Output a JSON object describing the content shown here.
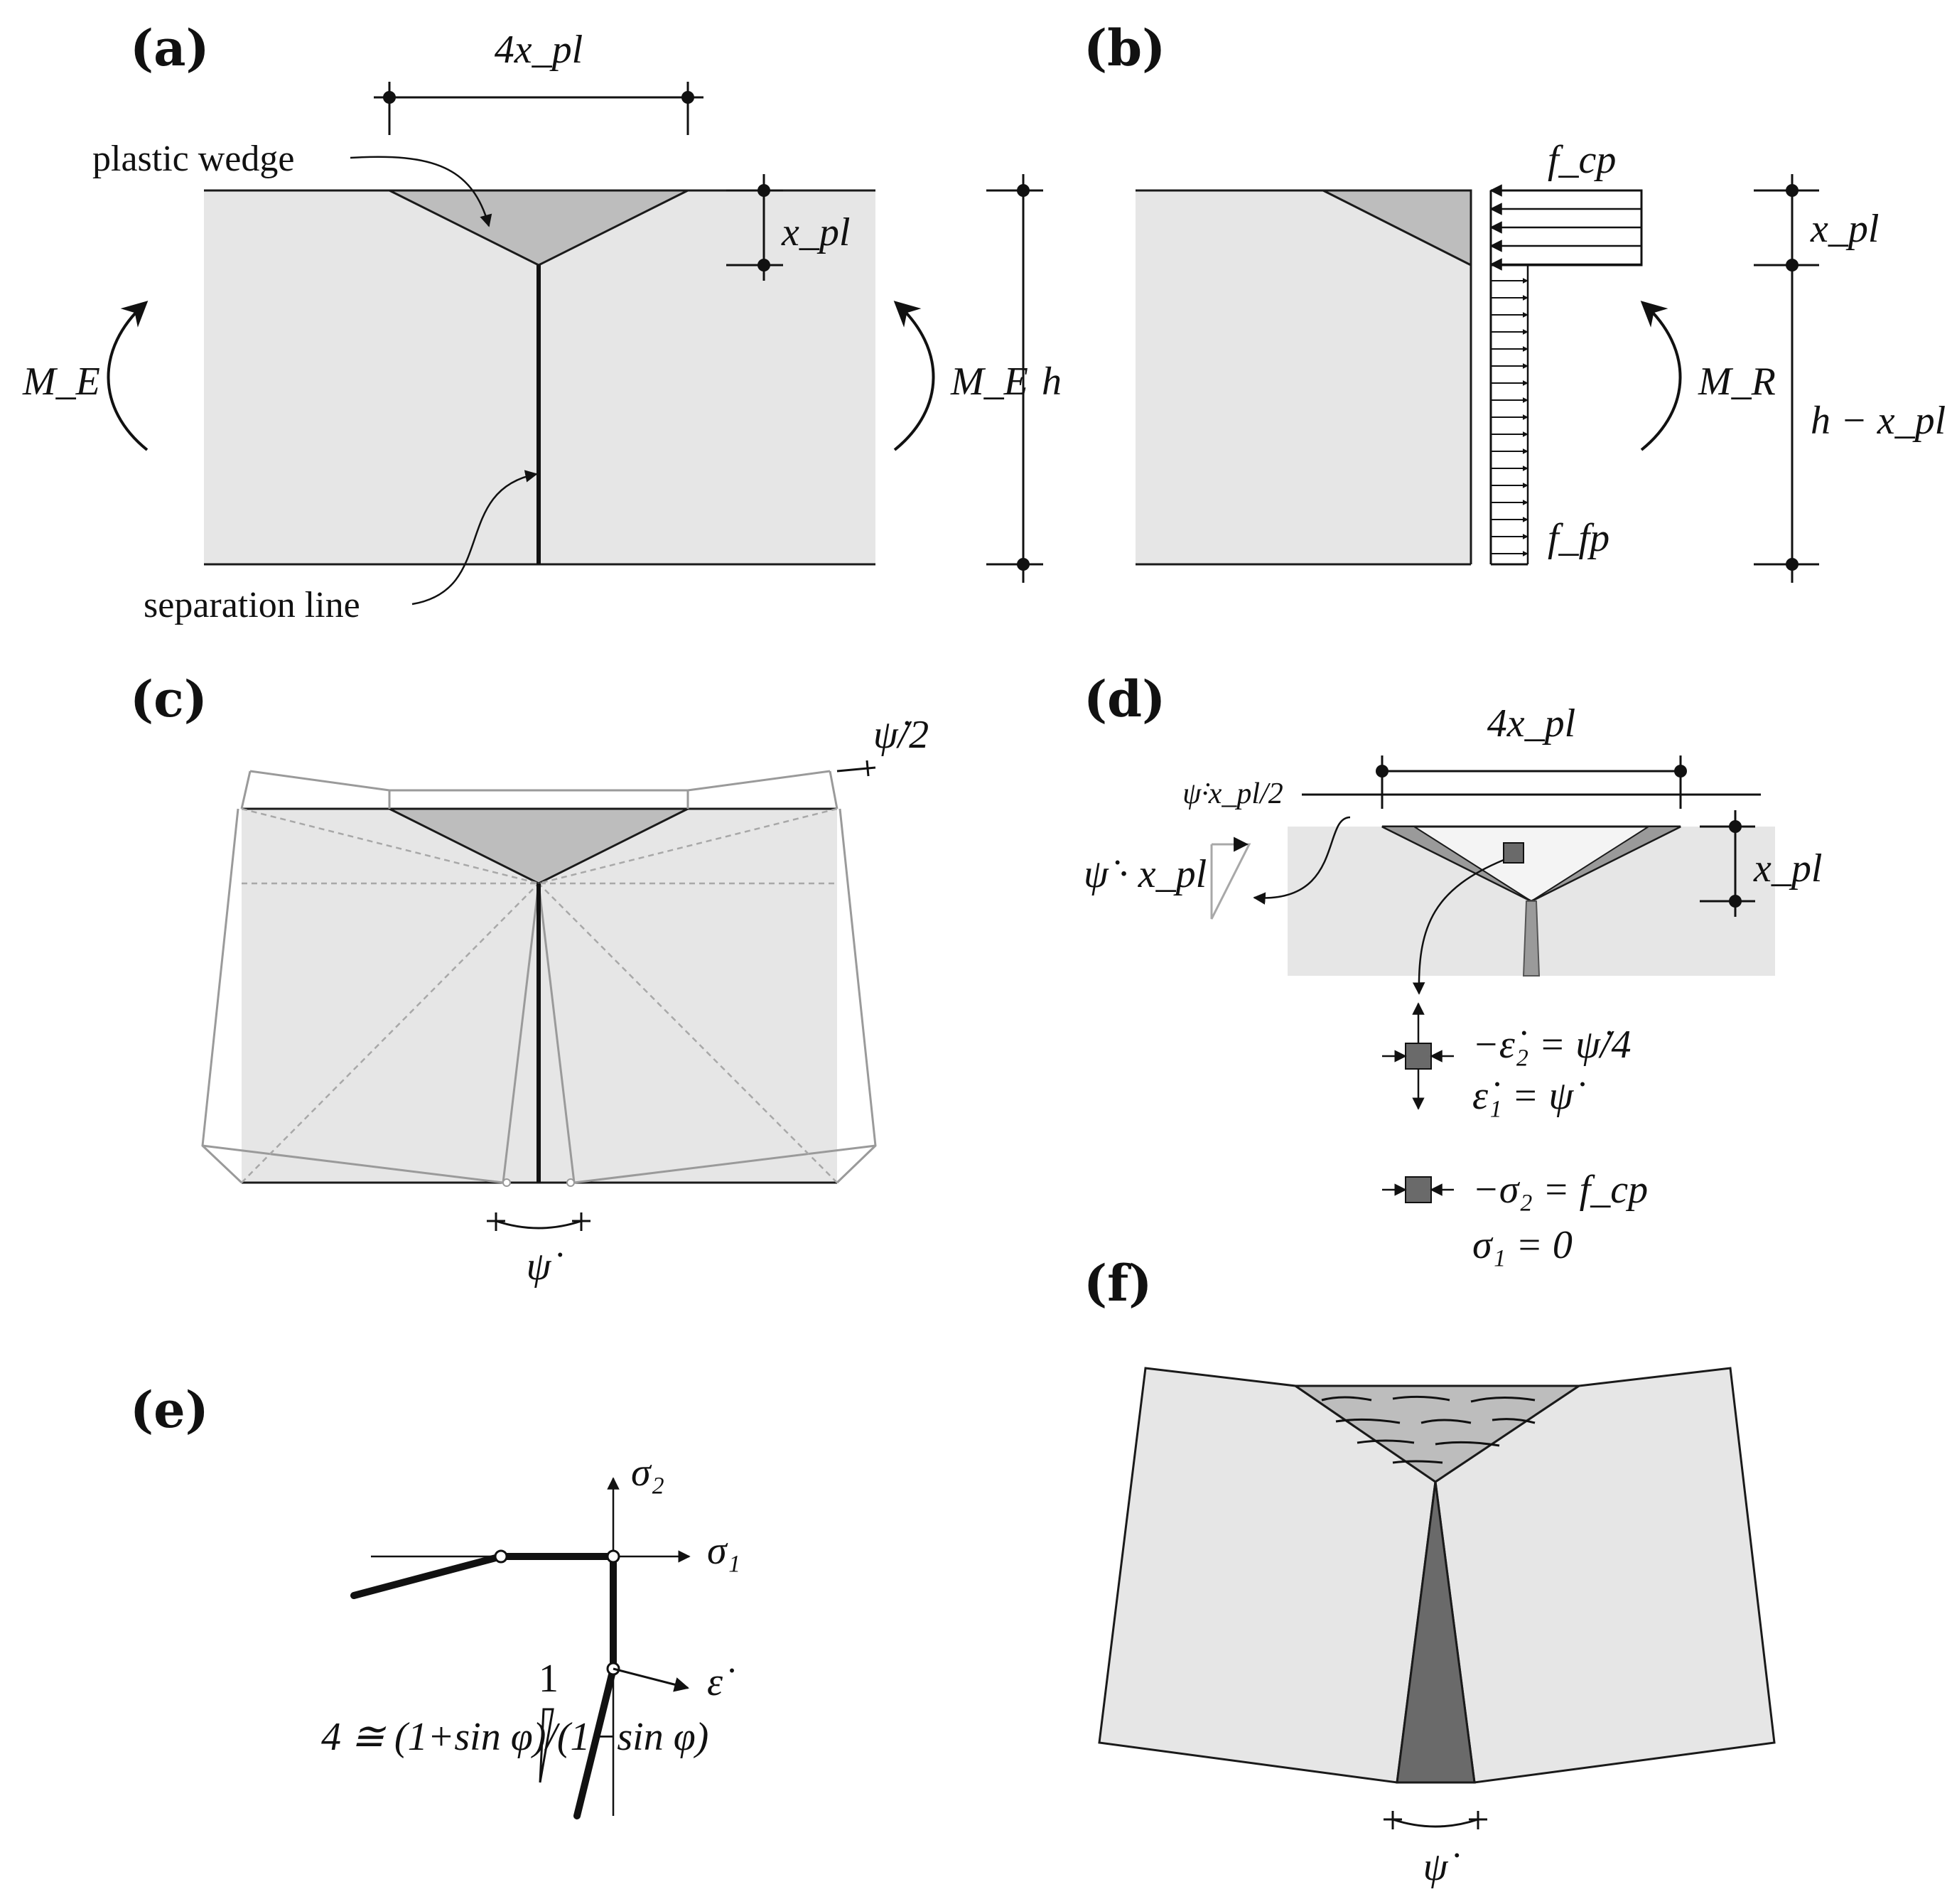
{
  "panels": {
    "a": {
      "label": "(a)",
      "dim_width": "4x_pl",
      "plastic_wedge": "plastic wedge",
      "separation_line": "separation line",
      "x_pl": "x_pl",
      "moment_left": "M_E",
      "moment_right": "M_E",
      "height": "h"
    },
    "b": {
      "label": "(b)",
      "f_cp": "f_cp",
      "f_fp": "f_fp",
      "moment": "M_R",
      "x_pl": "x_pl",
      "h_minus_xpl": "h − x_pl"
    },
    "c": {
      "label": "(c)",
      "psi_dot_half": "ψ̇/2",
      "psi_dot": "ψ̇"
    },
    "d": {
      "label": "(d)",
      "dim_width": "4x_pl",
      "psi_xpl_half": "ψ̇·x_pl/2",
      "psi_xpl": "ψ̇ · x_pl",
      "x_pl": "x_pl",
      "strain_2": "−ε̇₂ = ψ̇/4",
      "strain_1": "ε̇₁ = ψ̇",
      "stress_2": "−σ₂ = f_cp",
      "stress_1": "σ₁ = 0"
    },
    "e": {
      "label": "(e)",
      "sigma_2": "σ₂",
      "sigma_1": "σ₁",
      "eps_dot": "ε̇",
      "slope_one": "1",
      "slope_relation": "4 ≅ (1+sin φ)/(1−sin φ)"
    },
    "f": {
      "label": "(f)",
      "psi_dot": "ψ̇"
    }
  },
  "colors": {
    "body": "#e6e6e6",
    "wedge": "#bdbdbd",
    "dark": "#6a6a6a",
    "outline": "#1a1a1a",
    "ghost": "#9a9a9a"
  }
}
